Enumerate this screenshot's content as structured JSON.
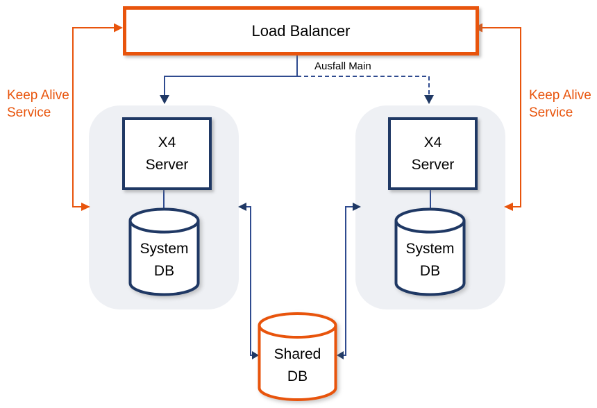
{
  "colors": {
    "orange": "#E8540C",
    "navy": "#1F3864",
    "connector_blue": "#2F4B8F",
    "cluster_background": "#EEF0F4",
    "node_background": "#FFFFFF",
    "text": "#000000"
  },
  "nodes": {
    "load_balancer": {
      "label": "Load Balancer",
      "shape": "rectangle",
      "border_color": "#E8540C"
    },
    "x4_server_left": {
      "label": "X4\nServer",
      "shape": "rectangle",
      "border_color": "#1F3864"
    },
    "x4_server_right": {
      "label": "X4\nServer",
      "shape": "rectangle",
      "border_color": "#1F3864"
    },
    "system_db_left": {
      "label": "System\nDB",
      "shape": "cylinder",
      "border_color": "#1F3864"
    },
    "system_db_right": {
      "label": "System\nDB",
      "shape": "cylinder",
      "border_color": "#1F3864"
    },
    "shared_db": {
      "label": "Shared\nDB",
      "shape": "cylinder",
      "border_color": "#E8540C"
    }
  },
  "edge_labels": {
    "ausfall_main": "Ausfall Main",
    "keep_alive_left": "Keep Alive\nService",
    "keep_alive_right": "Keep Alive\nService"
  }
}
